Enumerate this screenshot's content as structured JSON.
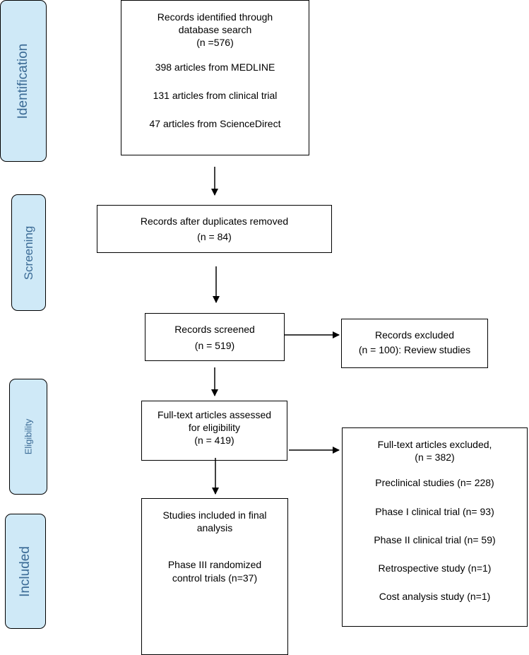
{
  "stages": {
    "identification": "Identification",
    "screening": "Screening",
    "eligibility": "Eligibility",
    "included": "Included"
  },
  "identified": {
    "line1": "Records identified through",
    "line2": "database search",
    "count": "(n =576)",
    "source1": "398 articles from MEDLINE",
    "source2": "131 articles from clinical trial",
    "source3": "47 articles from ScienceDirect"
  },
  "duplicates": {
    "line1": "Records after duplicates removed",
    "count": "(n = 84)"
  },
  "screened": {
    "line1": "Records screened",
    "count": "(n = 519)"
  },
  "excluded": {
    "line1": "Records excluded",
    "line2": "(n = 100): Review studies"
  },
  "fulltext": {
    "line1": "Full-text articles assessed",
    "line2": "for eligibility",
    "count": "(n = 419)"
  },
  "fulltext_excluded": {
    "line1": "Full-text articles excluded,",
    "count": "(n = 382)",
    "reason1": "Preclinical studies (n= 228)",
    "reason2": "Phase I clinical trial (n= 93)",
    "reason3": "Phase II clinical trial (n= 59)",
    "reason4": "Retrospective study (n=1)",
    "reason5": "Cost analysis study (n=1)"
  },
  "included_box": {
    "line1": "Studies included in final",
    "line2": "analysis",
    "line3": "Phase III randomized",
    "line4": "control trials (n=37)"
  }
}
